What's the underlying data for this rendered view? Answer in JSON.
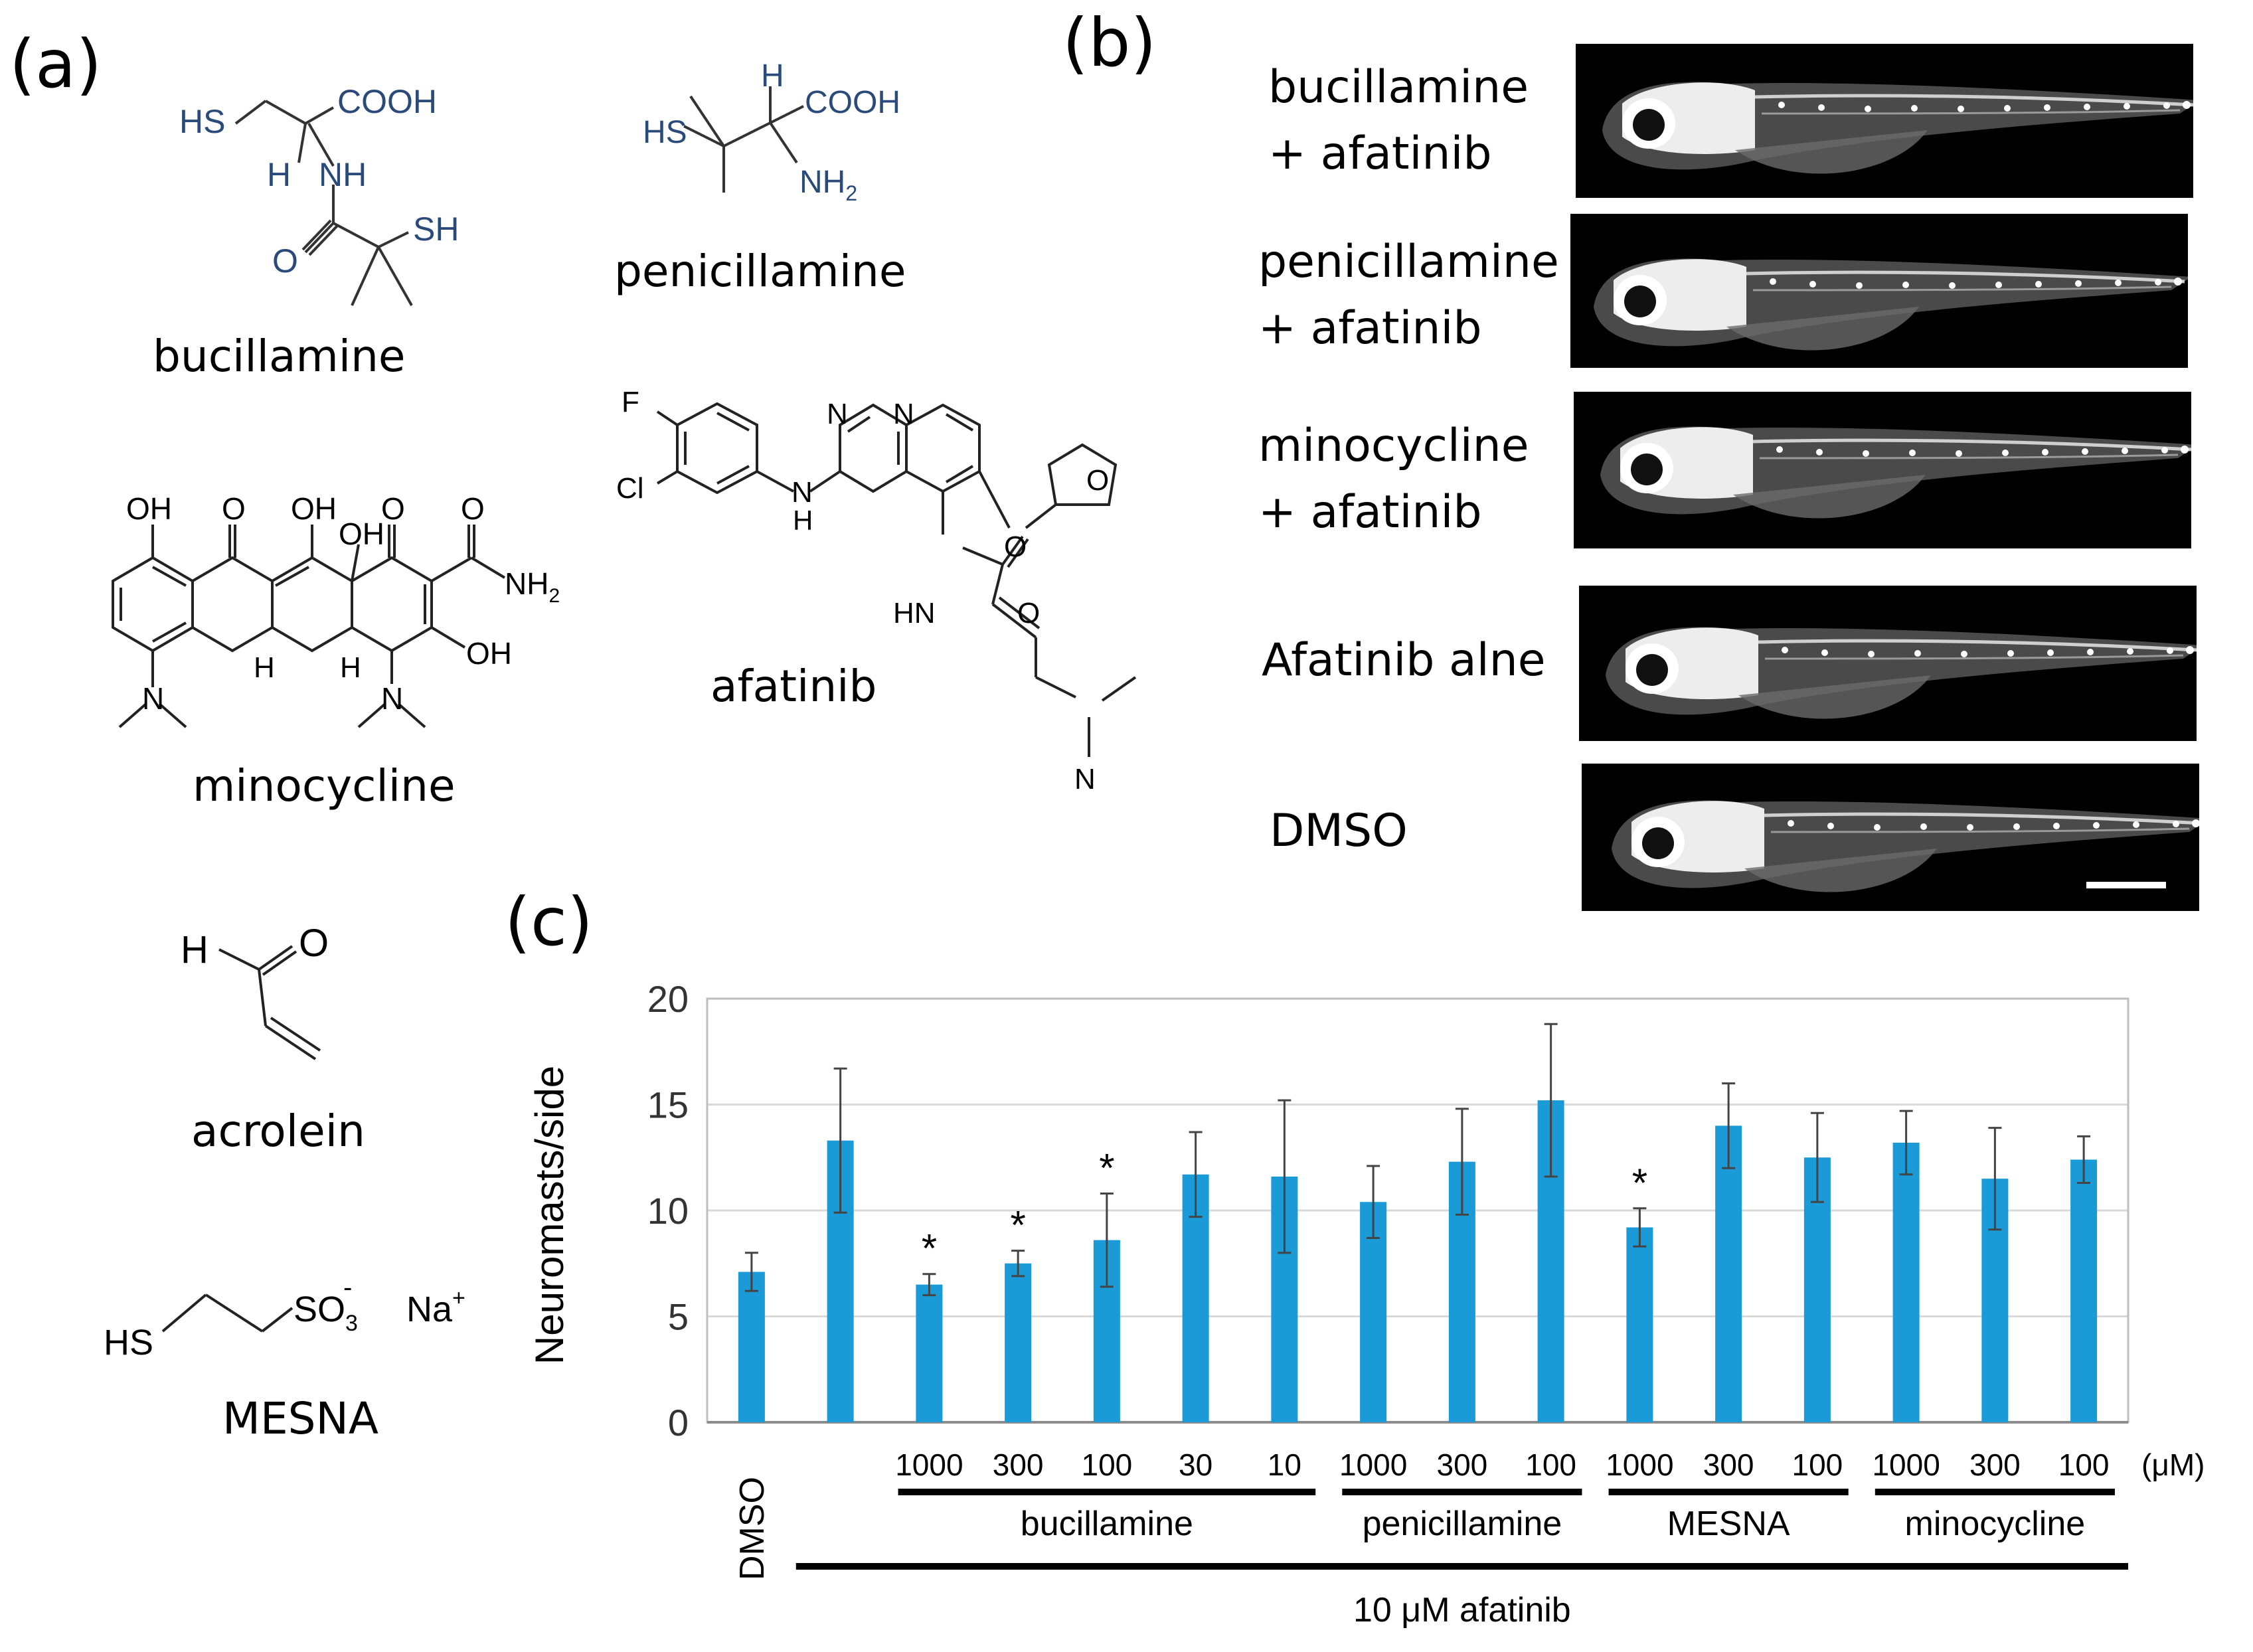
{
  "panels": {
    "a": "(a)",
    "b": "(b)",
    "c": "(c)"
  },
  "molecules": {
    "bucillamine": {
      "name": "bucillamine",
      "atoms": {
        "sh1": "HS",
        "cooh": "COOH",
        "h": "H",
        "nh": "NH",
        "sh2": "SH",
        "o": "O"
      }
    },
    "penicillamine": {
      "name": "penicillamine",
      "atoms": {
        "hs": "HS",
        "h": "H",
        "cooh": "COOH",
        "nh2": "NH",
        "sub2": "2"
      }
    },
    "minocycline": {
      "name": "minocycline",
      "atoms": {
        "oh1": "OH",
        "o1": "O",
        "oh2": "OH",
        "oh3": "OH",
        "o2": "O",
        "o3": "O",
        "nh2": "NH",
        "sub2": "2",
        "oh4": "OH",
        "n1": "N",
        "h1": "H",
        "h2": "H",
        "n2": "N"
      }
    },
    "afatinib": {
      "name": "afatinib",
      "atoms": {
        "f": "F",
        "cl": "Cl",
        "nh": "N",
        "h": "H",
        "n1": "N",
        "n2": "N",
        "o_ring": "O",
        "o_ether": "O",
        "hn": "HN",
        "o_amide": "O",
        "n_me": "N"
      }
    },
    "acrolein": {
      "name": "acrolein",
      "atoms": {
        "h": "H",
        "o": "O"
      }
    },
    "mesna": {
      "name": "MESNA",
      "atoms": {
        "hs": "HS",
        "so3": "SO",
        "sub3": "3",
        "minus": "-",
        "na": "Na",
        "plus": "+"
      }
    }
  },
  "fish_images": [
    {
      "line1": "bucillamine",
      "line2": "+ afatinib"
    },
    {
      "line1": "penicillamine",
      "line2": "+ afatinib"
    },
    {
      "line1": "minocycline",
      "line2": "+ afatinib"
    },
    {
      "line1": "Afatinib alne",
      "line2": ""
    },
    {
      "line1": "DMSO",
      "line2": ""
    }
  ],
  "chart_data": {
    "type": "bar",
    "ylabel": "Neuromasts/side",
    "ylim": [
      0,
      20
    ],
    "yticks": [
      0,
      5,
      10,
      15,
      20
    ],
    "grid": true,
    "bar_color": "#1a9bd7",
    "unit_label": "(μM)",
    "categories": [
      "DMSO",
      "",
      "1000",
      "300",
      "100",
      "30",
      "10",
      "1000",
      "300",
      "100",
      "1000",
      "300",
      "100",
      "1000",
      "300",
      "100"
    ],
    "values": [
      7.1,
      13.3,
      6.5,
      7.5,
      8.6,
      11.7,
      11.6,
      10.4,
      12.3,
      15.2,
      9.2,
      14.0,
      12.5,
      13.2,
      11.5,
      12.4
    ],
    "errors": [
      0.9,
      3.4,
      0.5,
      0.6,
      2.2,
      2.0,
      3.6,
      1.7,
      2.5,
      3.6,
      0.9,
      2.0,
      2.1,
      1.5,
      2.4,
      1.1
    ],
    "significant": [
      false,
      false,
      true,
      true,
      true,
      false,
      false,
      false,
      false,
      false,
      true,
      false,
      false,
      false,
      false,
      false
    ],
    "sig_marker": "*",
    "groups": [
      {
        "name": "bucillamine",
        "from": 2,
        "to": 6
      },
      {
        "name": "penicillamine",
        "from": 7,
        "to": 9
      },
      {
        "name": "MESNA",
        "from": 10,
        "to": 12
      },
      {
        "name": "minocycline",
        "from": 13,
        "to": 15
      }
    ],
    "treatment": {
      "name": "10 μM afatinib",
      "from": 1,
      "to": 15
    }
  }
}
